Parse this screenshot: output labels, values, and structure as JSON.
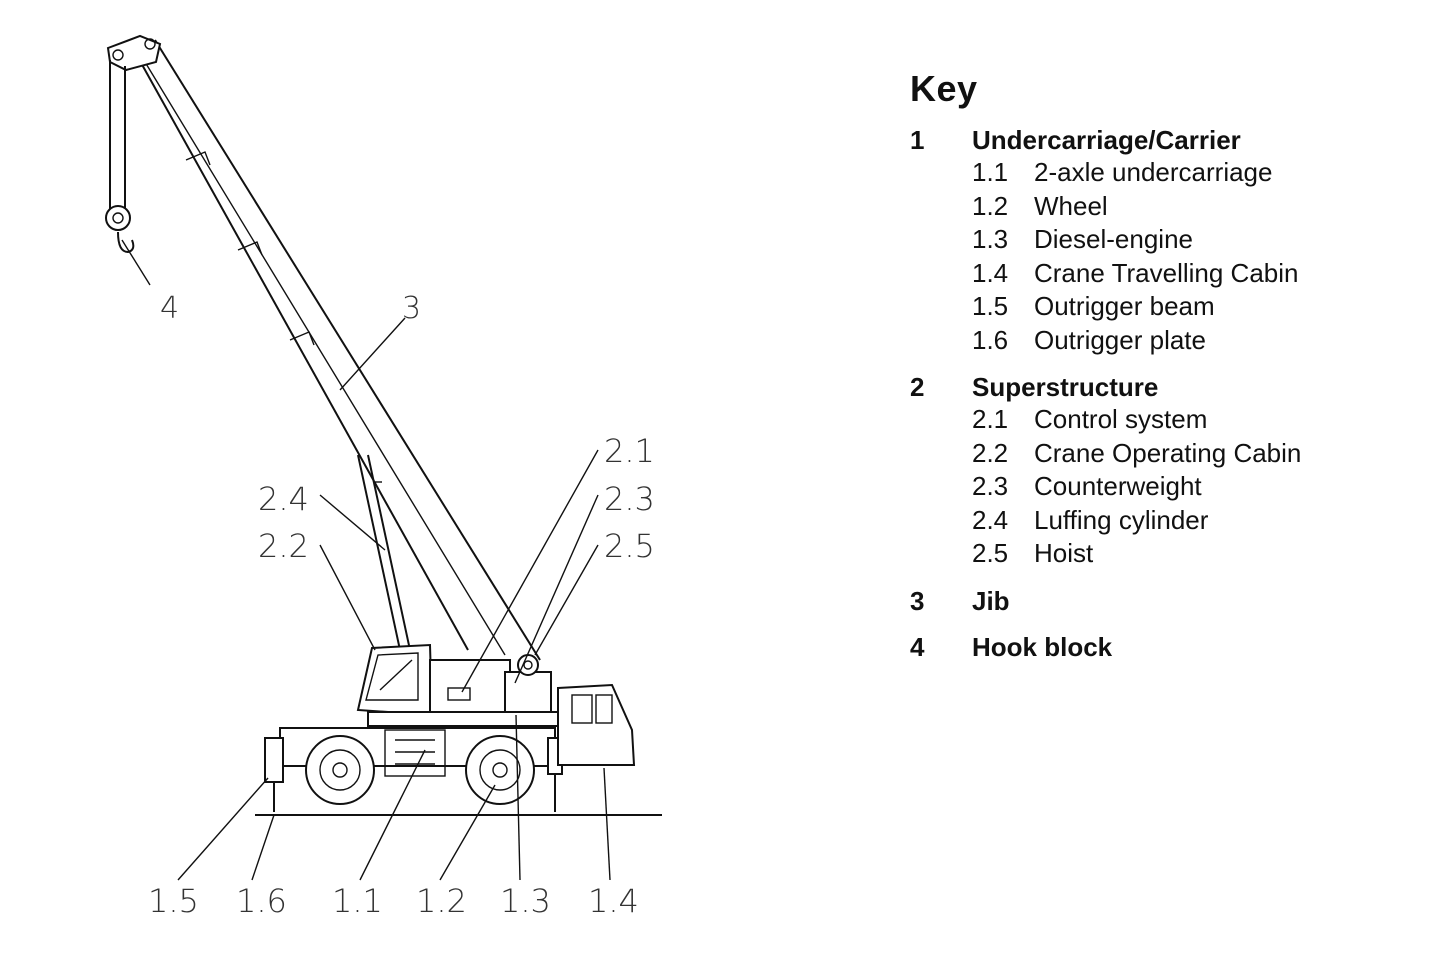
{
  "diagram": {
    "callouts": {
      "c1_5": "1.5",
      "c1_6": "1.6",
      "c1_1": "1.1",
      "c1_2": "1.2",
      "c1_3": "1.3",
      "c1_4": "1.4",
      "c2_1": "2.1",
      "c2_3": "2.3",
      "c2_5": "2.5",
      "c2_4": "2.4",
      "c2_2": "2.2",
      "c3": "3",
      "c4": "4"
    }
  },
  "key": {
    "title": "Key",
    "groups": [
      {
        "num": "1",
        "label": "Undercarriage/Carrier",
        "items": [
          {
            "num": "1.1",
            "label": "2-axle undercarriage"
          },
          {
            "num": "1.2",
            "label": "Wheel"
          },
          {
            "num": "1.3",
            "label": "Diesel-engine"
          },
          {
            "num": "1.4",
            "label": "Crane Travelling Cabin"
          },
          {
            "num": "1.5",
            "label": "Outrigger beam"
          },
          {
            "num": "1.6",
            "label": "Outrigger plate"
          }
        ]
      },
      {
        "num": "2",
        "label": "Superstructure",
        "items": [
          {
            "num": "2.1",
            "label": "Control system"
          },
          {
            "num": "2.2",
            "label": "Crane Operating Cabin"
          },
          {
            "num": "2.3",
            "label": "Counterweight"
          },
          {
            "num": "2.4",
            "label": "Luffing cylinder"
          },
          {
            "num": "2.5",
            "label": "Hoist"
          }
        ]
      },
      {
        "num": "3",
        "label": "Jib",
        "items": []
      },
      {
        "num": "4",
        "label": "Hook block",
        "items": []
      }
    ]
  }
}
